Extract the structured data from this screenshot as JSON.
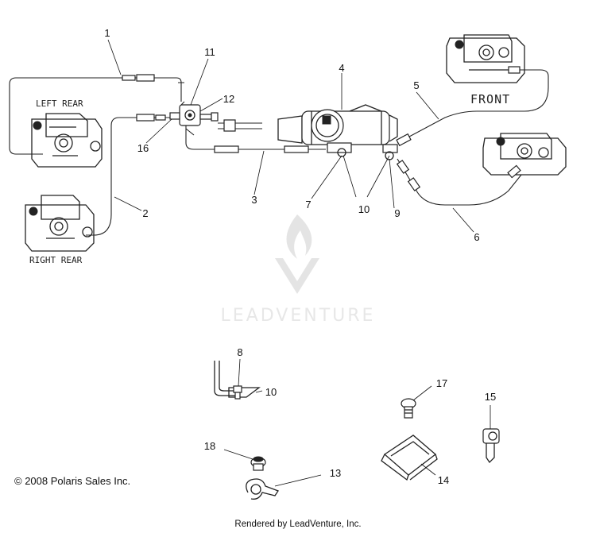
{
  "labels": {
    "left_rear": "LEFT REAR",
    "right_rear": "RIGHT REAR",
    "front": "FRONT"
  },
  "callouts": [
    "1",
    "2",
    "3",
    "4",
    "5",
    "6",
    "7",
    "8",
    "9",
    "10",
    "10",
    "11",
    "12",
    "13",
    "14",
    "15",
    "16",
    "17",
    "18"
  ],
  "watermark": "LEADVENTURE",
  "copyright": "© 2008 Polaris Sales Inc.",
  "rendered_by": "Rendered by LeadVenture, Inc."
}
